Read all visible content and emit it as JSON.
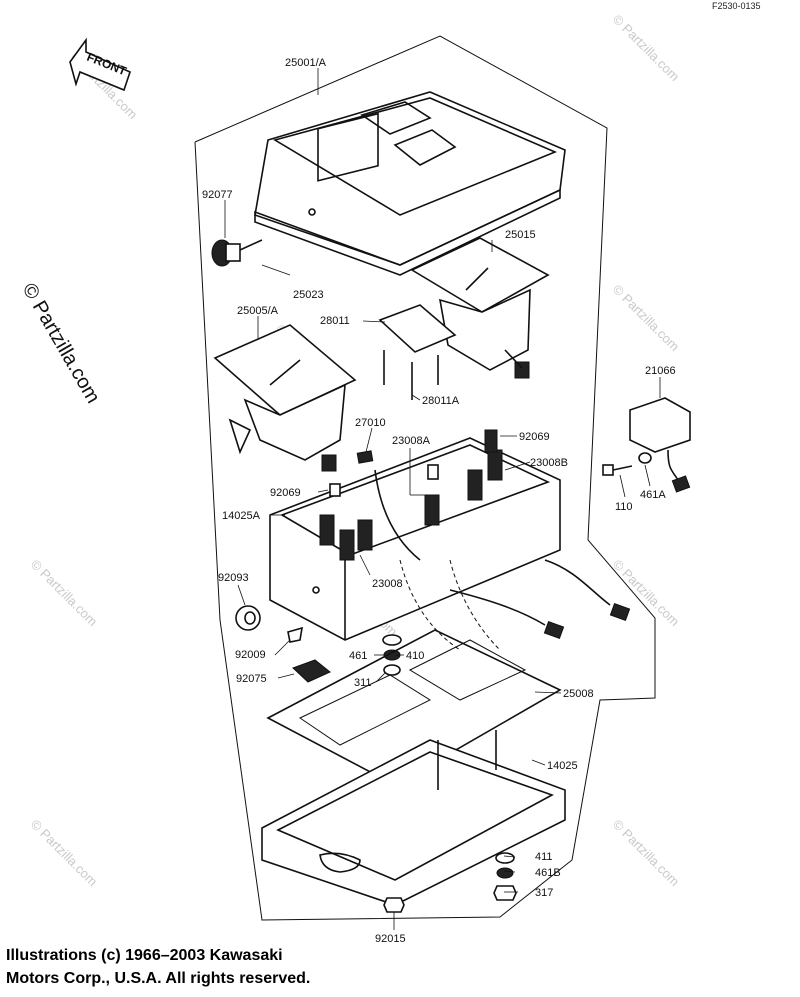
{
  "ref_code": "F2530-0135",
  "front_label": "FRONT",
  "watermark": {
    "side": "© Partzilla.com",
    "tile": "© Partzilla.com"
  },
  "callouts": [
    {
      "id": "c1",
      "text": "25001/A"
    },
    {
      "id": "c2",
      "text": "92077"
    },
    {
      "id": "c3",
      "text": "25015"
    },
    {
      "id": "c4",
      "text": "25023"
    },
    {
      "id": "c5",
      "text": "25005/A"
    },
    {
      "id": "c6",
      "text": "28011"
    },
    {
      "id": "c7",
      "text": "28011A"
    },
    {
      "id": "c8",
      "text": "21066"
    },
    {
      "id": "c9",
      "text": "27010"
    },
    {
      "id": "c10",
      "text": "23008A"
    },
    {
      "id": "c11",
      "text": "92069"
    },
    {
      "id": "c12",
      "text": "23008B"
    },
    {
      "id": "c13",
      "text": "92069"
    },
    {
      "id": "c14",
      "text": "14025A"
    },
    {
      "id": "c15",
      "text": "110"
    },
    {
      "id": "c16",
      "text": "461A"
    },
    {
      "id": "c17",
      "text": "92093"
    },
    {
      "id": "c18",
      "text": "23008"
    },
    {
      "id": "c19",
      "text": "92009"
    },
    {
      "id": "c20",
      "text": "461"
    },
    {
      "id": "c21",
      "text": "410"
    },
    {
      "id": "c22",
      "text": "92075"
    },
    {
      "id": "c23",
      "text": "311"
    },
    {
      "id": "c24",
      "text": "25008"
    },
    {
      "id": "c25",
      "text": "14025"
    },
    {
      "id": "c26",
      "text": "411"
    },
    {
      "id": "c27",
      "text": "461B"
    },
    {
      "id": "c28",
      "text": "317"
    },
    {
      "id": "c29",
      "text": "92015"
    }
  ],
  "copyright": {
    "line1": "Illustrations (c) 1966–2003 Kawasaki",
    "line2": "Motors Corp., U.S.A.  All rights reserved."
  }
}
